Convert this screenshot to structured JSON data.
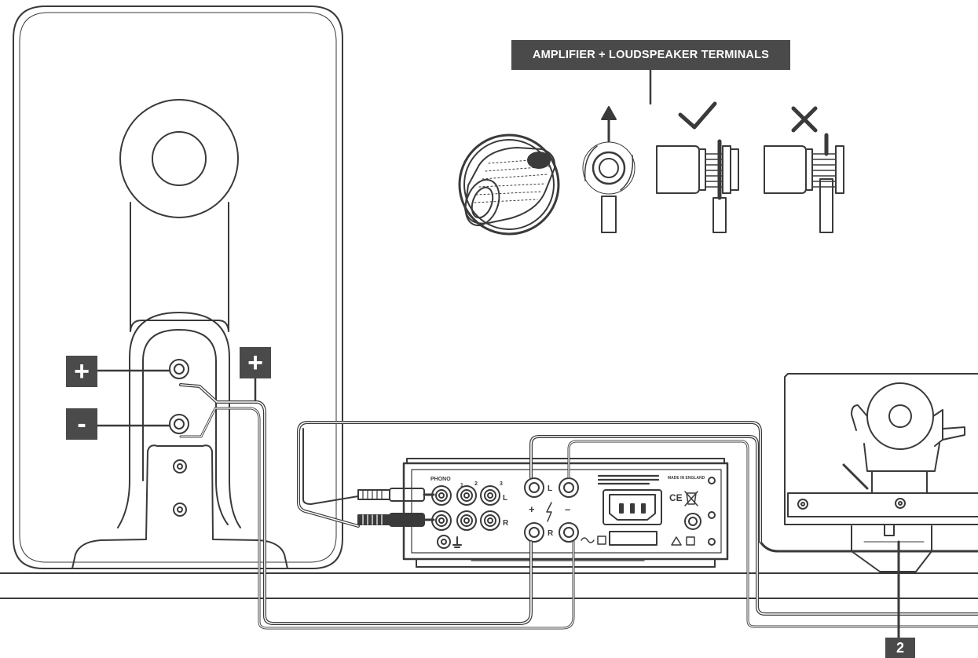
{
  "title": "AMPLIFIER + LOUDSPEAKER TERMINALS",
  "callouts": {
    "speaker_plus_left": "+",
    "speaker_minus": "-",
    "speaker_plus_right": "+",
    "step_number": "2"
  },
  "amp_panel": {
    "phono": "PHONO",
    "input_1": "1",
    "input_2": "2",
    "input_3": "3",
    "channel_l": "L",
    "channel_r": "R",
    "spk_l": "L",
    "spk_r": "R",
    "spk_plus": "+",
    "spk_minus": "–",
    "made_in": "MADE IN ENGLAND",
    "ce_mark": "CE"
  },
  "terminal_steps": [
    {
      "icon": "binding-post-cap-icon"
    },
    {
      "icon": "loosen-arrow-icon"
    },
    {
      "icon": "check-mark-icon",
      "status": "correct"
    },
    {
      "icon": "cross-mark-icon",
      "status": "incorrect"
    }
  ],
  "colors": {
    "line": "#3a3a3a",
    "callout_bg": "#4a4a4a",
    "callout_text": "#ffffff",
    "background": "#ffffff"
  }
}
